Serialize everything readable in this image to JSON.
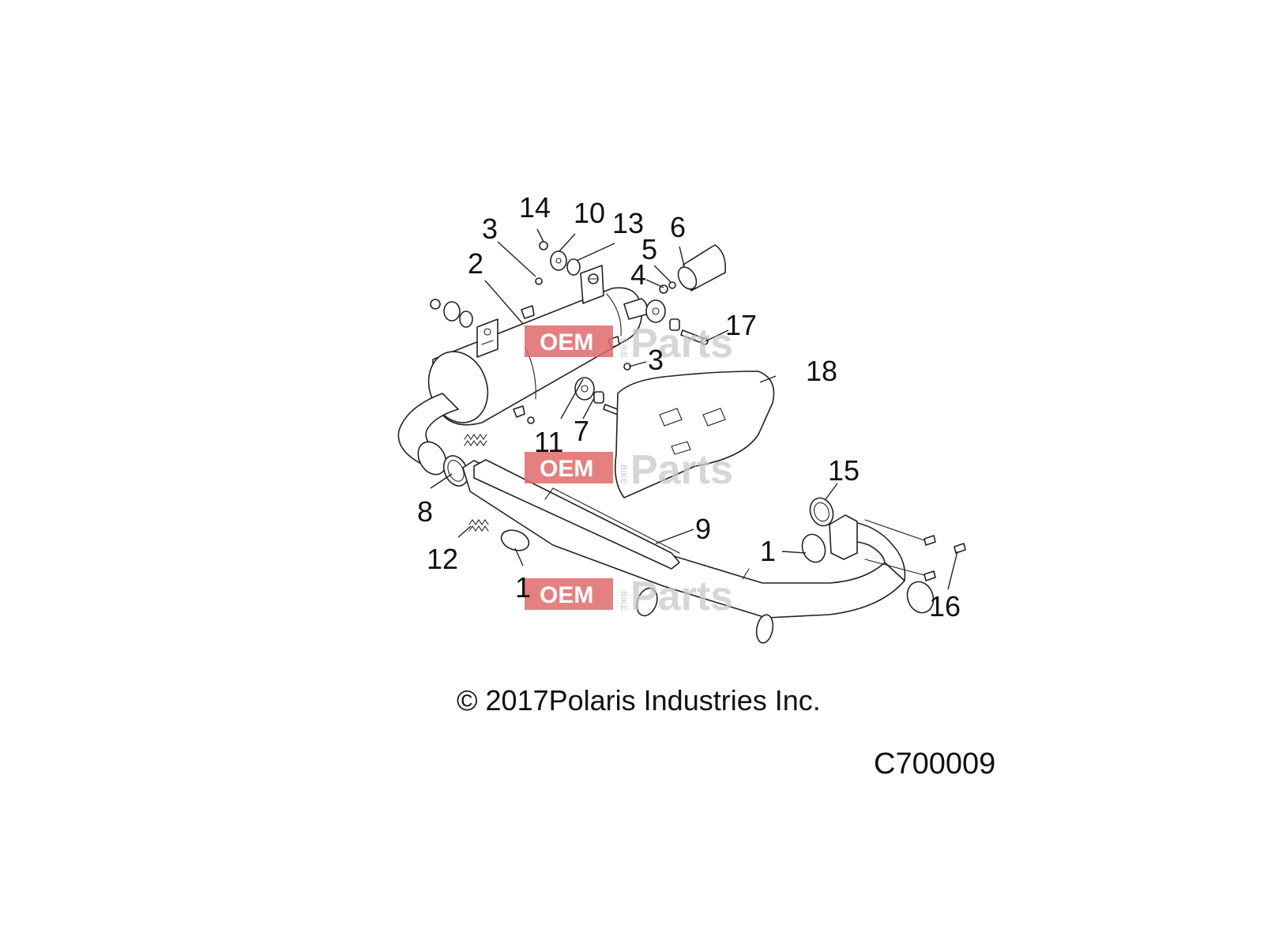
{
  "diagram": {
    "callouts": [
      {
        "id": "c14",
        "label": "14"
      },
      {
        "id": "c10",
        "label": "10"
      },
      {
        "id": "c13",
        "label": "13"
      },
      {
        "id": "c3a",
        "label": "3"
      },
      {
        "id": "c6",
        "label": "6"
      },
      {
        "id": "c5",
        "label": "5"
      },
      {
        "id": "c2",
        "label": "2"
      },
      {
        "id": "c4",
        "label": "4"
      },
      {
        "id": "c17",
        "label": "17"
      },
      {
        "id": "c3b",
        "label": "3"
      },
      {
        "id": "c18",
        "label": "18"
      },
      {
        "id": "c11",
        "label": "11"
      },
      {
        "id": "c7",
        "label": "7"
      },
      {
        "id": "c15",
        "label": "15"
      },
      {
        "id": "c8",
        "label": "8"
      },
      {
        "id": "c9",
        "label": "9"
      },
      {
        "id": "c1a",
        "label": "1"
      },
      {
        "id": "c12",
        "label": "12"
      },
      {
        "id": "c1b",
        "label": "1"
      },
      {
        "id": "c16",
        "label": "16"
      }
    ],
    "watermark": {
      "brand": "OEM",
      "small": "BIKE",
      "parts_text": "Parts"
    }
  },
  "copyright": "© 2017Polaris Industries Inc.",
  "figure_code": "C700009"
}
